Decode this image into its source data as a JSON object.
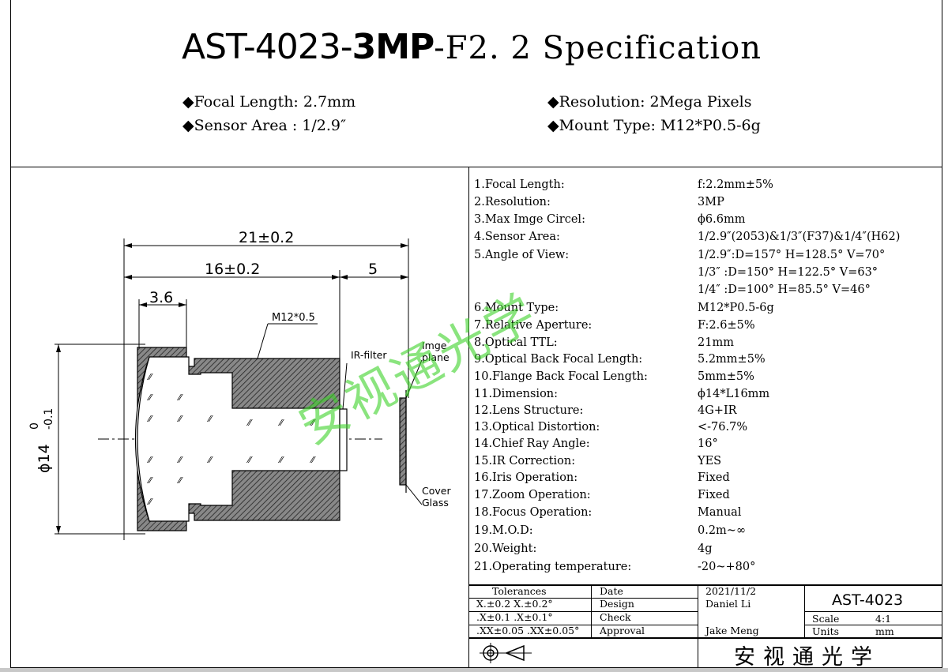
{
  "title": {
    "model": "AST-4023-",
    "bold": "3MP",
    "rest": "-F2. 2 Specification"
  },
  "features": [
    {
      "label": "Focal Length:",
      "value": "2.7mm"
    },
    {
      "label": "Sensor Area :",
      "value": "1/2.9″"
    },
    {
      "label": "Resolution:",
      "value": "2Mega Pixels"
    },
    {
      "label": "Mount Type:",
      "value": "M12*P0.5-6g"
    }
  ],
  "drawing": {
    "dim_overall": "21±0.2",
    "dim_body": "16±0.2",
    "dim_back": "5",
    "dim_front": "3.6",
    "thread": "M12*0.5",
    "ir_filter": "IR-filter",
    "image_plane_1": "Imge",
    "image_plane_2": "plane",
    "cover_glass_1": "Cover",
    "cover_glass_2": "Glass",
    "diameter": "ϕ14",
    "tol_upper": "0",
    "tol_lower": "-0.1"
  },
  "specs": [
    {
      "key": "1.Focal Length:",
      "value": "f:2.2mm±5%"
    },
    {
      "key": "2.Resolution:",
      "value": "3MP"
    },
    {
      "key": "3.Max Imge Circel:",
      "value": "ϕ6.6mm"
    },
    {
      "key": "4.Sensor Area:",
      "value": "1/2.9″(2053)&1/3″(F37)&1/4″(H62)"
    },
    {
      "key": "5.Angle of View:",
      "value": "1/2.9″:D=157° H=128.5° V=70°"
    },
    {
      "key": "",
      "value": "1/3″  :D=150° H=122.5° V=63°"
    },
    {
      "key": "",
      "value": "1/4″  :D=100° H=85.5° V=46°"
    },
    {
      "key": "6.Mount Type:",
      "value": "M12*P0.5-6g"
    },
    {
      "key": "7.Relative Aperture:",
      "value": "F:2.6±5%"
    },
    {
      "key": "8.Optical TTL:",
      "value": "21mm"
    },
    {
      "key": "9.Optical Back Focal Length:",
      "value": "5.2mm±5%"
    },
    {
      "key": "10.Flange Back Focal Length:",
      "value": "5mm±5%"
    },
    {
      "key": "11.Dimension:",
      "value": "ϕ14*L16mm"
    },
    {
      "key": "12.Lens Structure:",
      "value": "4G+IR"
    },
    {
      "key": "13.Optical Distortion:",
      "value": "<-76.7%"
    },
    {
      "key": "14.Chief Ray Angle:",
      "value": "16°"
    },
    {
      "key": "15.IR Correction:",
      "value": "YES"
    },
    {
      "key": "16.Iris Operation:",
      "value": "Fixed"
    },
    {
      "key": "17.Zoom Operation:",
      "value": "Fixed"
    },
    {
      "key": "18.Focus Operation:",
      "value": "Manual"
    },
    {
      "key": "19.M.O.D:",
      "value": "0.2m~∞"
    },
    {
      "key": "20.Weight:",
      "value": "4g"
    },
    {
      "key": "21.Operating temperature:",
      "value": "-20~+80°"
    }
  ],
  "title_block": {
    "tolerances": "Tolerances",
    "tol_1": "X.±0.2  X.±0.2°",
    "tol_2": ".X±0.1  .X±0.1°",
    "tol_3": ".XX±0.05  .XX±0.05°",
    "date_label": "Date",
    "design_label": "Design",
    "check_label": "Check",
    "approval_label": "Approval",
    "date_value": "2021/11/2",
    "designer": "Daniel Li",
    "approver": "Jake Meng",
    "part_no": "AST-4023",
    "scale_label": "Scale",
    "scale_value": "4:1",
    "units_label": "Units",
    "units_value": "mm",
    "company": "安视通光学"
  },
  "watermark": "安视通光学"
}
